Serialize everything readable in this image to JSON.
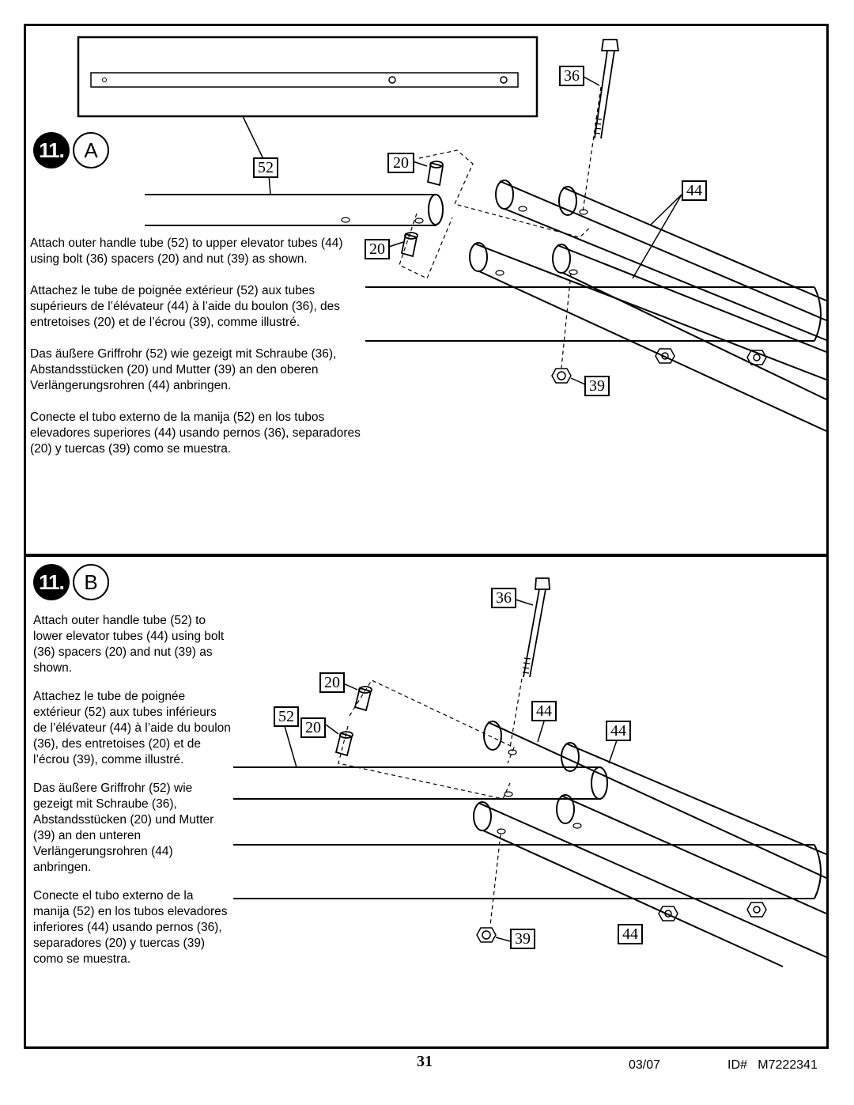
{
  "step_a": {
    "number": "11.",
    "letter": "A",
    "text_en": "Attach outer handle tube (52) to upper elevator tubes (44) using bolt (36) spacers (20) and nut (39) as shown.",
    "text_fr": "Attachez le tube de poignée extérieur (52) aux tubes supérieurs de l’élévateur (44) à l’aide du boulon (36), des entretoises (20) et de l’écrou (39), comme illustré.",
    "text_de": "Das äußere Griffrohr (52) wie gezeigt mit Schraube (36), Abstandsstücken (20) und Mutter (39) an den oberen Verlängerungsrohren (44) anbringen.",
    "text_es": "Conecte el tubo externo de la manija (52) en los tubos elevadores superiores (44) usando pernos (36), separadores (20) y tuercas (39) como se muestra.",
    "callouts": {
      "c36": "36",
      "c52": "52",
      "c20a": "20",
      "c20b": "20",
      "c44": "44",
      "c39": "39"
    }
  },
  "step_b": {
    "number": "11.",
    "letter": "B",
    "text_en": "Attach outer handle tube (52) to lower elevator tubes (44) using bolt (36) spacers (20) and nut (39) as shown.",
    "text_fr": "Attachez le tube de poignée extérieur (52) aux tubes inférieurs de l’élévateur (44) à l’aide du boulon (36), des entretoises (20) et de l’écrou (39), comme illustré.",
    "text_de": "Das äußere Griffrohr (52) wie gezeigt mit Schraube (36), Abstandsstücken (20) und Mutter (39) an den unteren Verlängerungsrohren (44) anbringen.",
    "text_es": "Conecte el tubo externo de la manija (52) en los tubos elevadores inferiores (44) usando pernos (36), separadores (20) y tuercas (39) como se muestra.",
    "callouts": {
      "c36": "36",
      "c52": "52",
      "c20a": "20",
      "c20b": "20",
      "c44a": "44",
      "c44b": "44",
      "c44c": "44",
      "c39": "39"
    }
  },
  "footer": {
    "page_number": "31",
    "date_code": "03/07",
    "doc_id": "ID#   M7222341"
  }
}
